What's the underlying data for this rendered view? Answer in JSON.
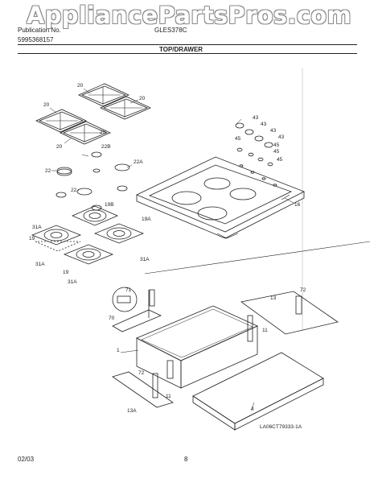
{
  "watermark": "AppliancePartsPros.com",
  "header": {
    "pub_label": "Publication No.",
    "pub_number": "5995368157",
    "model": "GLES378C",
    "section_title": "TOP/DRAWER"
  },
  "callouts": {
    "grate": "20",
    "cap_a": "22",
    "cap_b": "22A",
    "cap_c": "22B",
    "burner_small": "19B",
    "burner_large": "19A",
    "burner": "19",
    "bowl": "31A",
    "knob": "43",
    "bezel": "45",
    "cooktop": "16",
    "glide": "71",
    "rail": "70",
    "drawer": "1",
    "clip": "72",
    "slide": "13",
    "slide_left": "13A",
    "bracket": "11",
    "panel": "4"
  },
  "diagram_code": "LA06CT79333-1A",
  "footer": {
    "date": "02/03",
    "page": "8"
  }
}
